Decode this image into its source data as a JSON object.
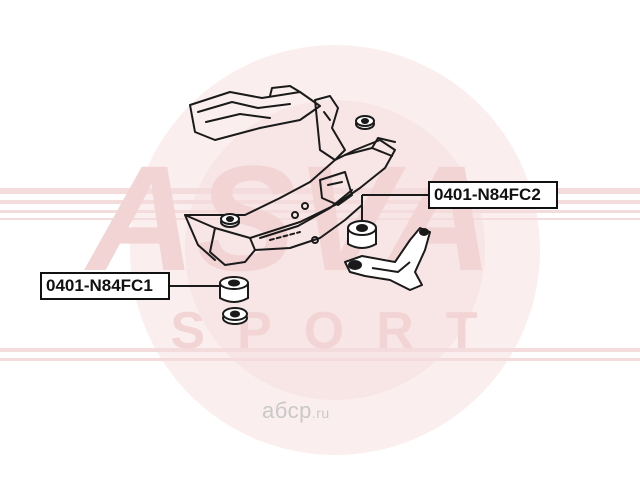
{
  "colors": {
    "watermark_red": "#f3dada",
    "watermark_band": "#f7e4e4",
    "line_art": "#1a1a1a",
    "label_border": "#111111",
    "site_text": "#c9c9c9"
  },
  "watermark": {
    "brand_top": "ASVA",
    "brand_bottom": "SPORT",
    "site_name": "абср",
    "site_tld": ".ru"
  },
  "labels": {
    "part_1": "0401-N84FC1",
    "part_2": "0401-N84FC2"
  },
  "icons": [
    "engine-subframe-drawing",
    "bushing-icon",
    "washer-icon",
    "control-arm-icon"
  ]
}
